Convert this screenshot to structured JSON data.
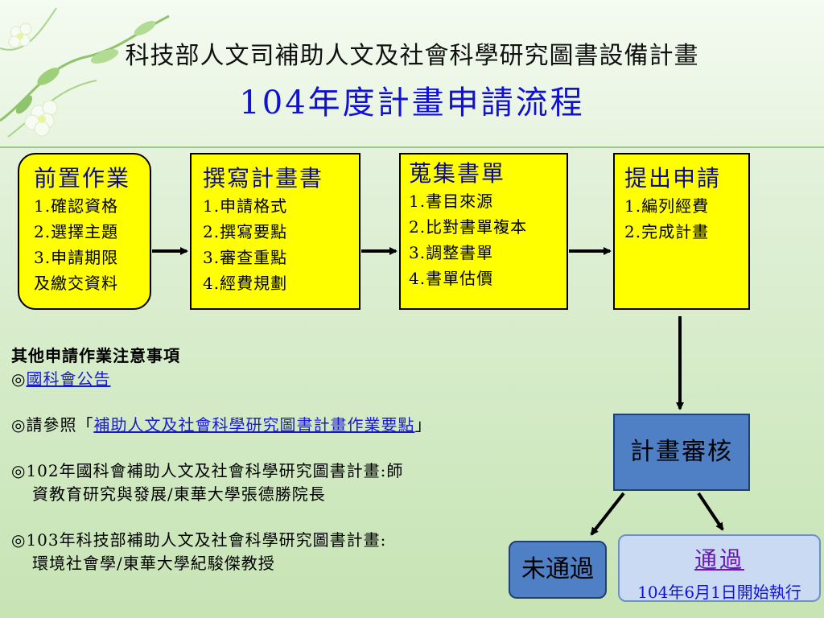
{
  "header": {
    "title_line1": "科技部人文司補助人文及社會科學研究圖書設備計畫",
    "title_line2": "104年度計畫申請流程"
  },
  "steps": [
    {
      "title": "前置作業",
      "items": [
        "1.確認資格",
        "2.選擇主題",
        "3.申請期限",
        "及繳交資料"
      ]
    },
    {
      "title": "撰寫計畫書",
      "items": [
        "1.申請格式",
        "2.撰寫要點",
        "3.審查重點",
        "4.經費規劃"
      ]
    },
    {
      "title": "蒐集書單",
      "items": [
        "1.書目來源",
        "2.比對書單複本",
        "3.調整書單",
        "4.書單估價"
      ]
    },
    {
      "title": "提出申請",
      "items": [
        "1.編列經費",
        "2.完成計畫"
      ]
    }
  ],
  "review": {
    "label": "計畫審核"
  },
  "outcomes": {
    "fail": "未通過",
    "pass": "通過",
    "pass_note": "104年6月1日開始執行"
  },
  "notes": {
    "heading": "其他申請作業注意事項",
    "n1_prefix": "◎",
    "n1_link": "國科會公告",
    "n2_prefix": "◎請參照「",
    "n2_link": "補助人文及社會科學研究圖書計畫作業要點",
    "n2_suffix": "」",
    "n3_line1": "◎102年國科會補助人文及社會科學研究圖書計畫:師",
    "n3_line2": "資教育研究與發展/東華大學張德勝院長",
    "n4_line1": "◎103年科技部補助人文及社會科學研究圖書計畫:",
    "n4_line2": "環境社會學/東華大學紀駿傑教授"
  },
  "colors": {
    "step_fill": "#ffff00",
    "step_title": "#0a0a8c",
    "review_fill": "#4f7fc5",
    "pass_fill": "#c9daf2",
    "title_blue": "#1010d8"
  },
  "icons": {
    "decoration": "flower-vine-decoration"
  }
}
